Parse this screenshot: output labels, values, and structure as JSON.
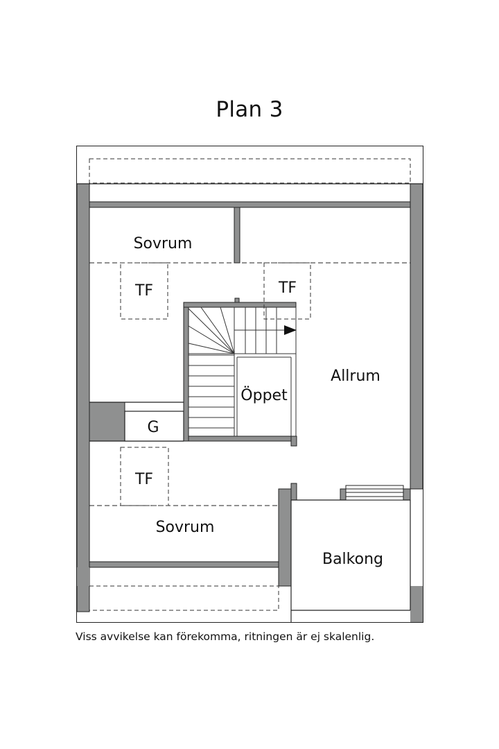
{
  "title": "Plan 3",
  "rooms": {
    "sovrum_top": "Sovrum",
    "sovrum_bottom": "Sovrum",
    "allrum": "Allrum",
    "oppet": "Öppet",
    "balkong": "Balkong",
    "g": "G"
  },
  "tf_labels": [
    "TF",
    "TF",
    "TF"
  ],
  "disclaimer": "Viss avvikelse kan förekomma, ritningen är ej skalenlig.",
  "colors": {
    "wall": "#8f9090",
    "line": "#222222",
    "paper": "#ffffff"
  }
}
